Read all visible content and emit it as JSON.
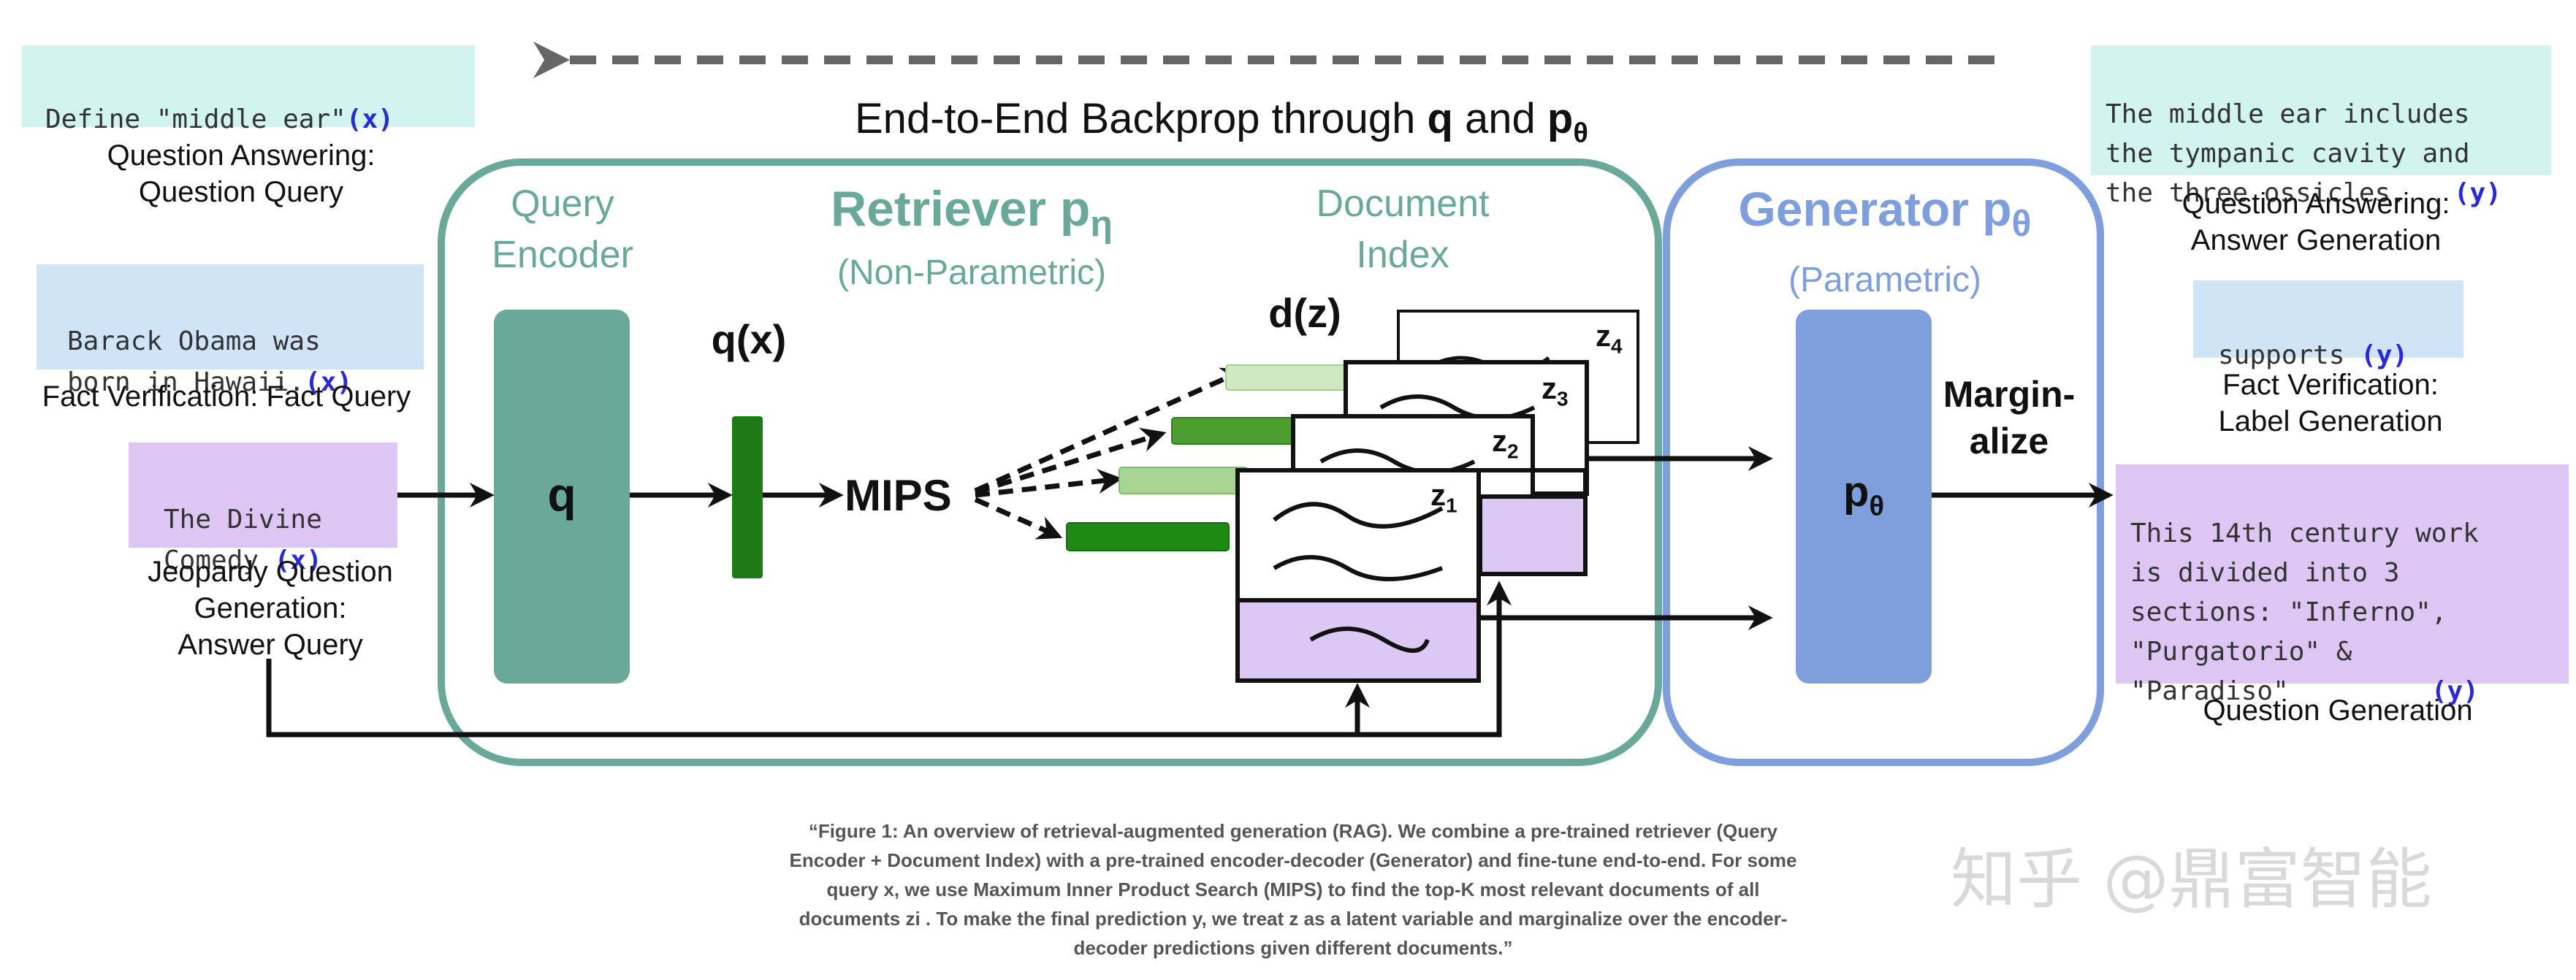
{
  "backprop": {
    "prefix": "End-to-End Backprop through ",
    "q": "q",
    "and": " and ",
    "p": "p",
    "p_sub": "θ"
  },
  "retriever": {
    "title": "Retriever p",
    "title_sub": "η",
    "subtitle": "(Non-Parametric)",
    "query_encoder": [
      "Query",
      "Encoder"
    ],
    "document_index": [
      "Document",
      "Index"
    ],
    "q_label": "q",
    "qx_label": "q(x)",
    "mips_label": "MIPS",
    "dz_label": "d(z)",
    "doc_labels": [
      "z",
      "z",
      "z",
      "z"
    ],
    "doc_subs": [
      "1",
      "2",
      "3",
      "4"
    ]
  },
  "generator": {
    "title": "Generator p",
    "title_sub": "θ",
    "subtitle": "(Parametric)",
    "p_label": "p",
    "p_sub": "θ",
    "marginalize": [
      "Margin-",
      "alize"
    ]
  },
  "inputs": [
    {
      "text": [
        "Define \"middle ear\""
      ],
      "tag": "(x)",
      "caption": [
        "Question Answering:",
        "Question Query"
      ]
    },
    {
      "text": [
        "Barack Obama was",
        "born in Hawaii."
      ],
      "tag": "(x)",
      "caption": [
        "Fact Verification: Fact Query"
      ]
    },
    {
      "text": [
        "The Divine",
        "Comedy"
      ],
      "tag": "(x)",
      "caption": [
        "Jeopardy Question",
        "Generation:",
        "Answer Query"
      ]
    }
  ],
  "outputs": [
    {
      "text": [
        "The middle ear includes",
        "the tympanic cavity and",
        "the three ossicles."
      ],
      "tag": "(y)",
      "caption": [
        "Question Answering:",
        "Answer Generation"
      ]
    },
    {
      "text": [
        "supports"
      ],
      "tag": "(y)",
      "caption": [
        "Fact Verification:",
        "Label Generation"
      ]
    },
    {
      "text": [
        "This 14th century work",
        "is divided into 3",
        "sections: \"Inferno\",",
        "\"Purgatorio\" &",
        "\"Paradiso\""
      ],
      "tag": "(y)",
      "caption": [
        "Question Generation"
      ]
    }
  ],
  "caption_lines": [
    "“Figure 1: An overview of retrieval-augmented generation (RAG). We combine a pre-trained retriever (Query",
    "Encoder + Document Index) with a pre-trained encoder-decoder (Generator) and fine-tune end-to-end. For some",
    "query x, we use Maximum Inner Product Search (MIPS) to find the top-K most relevant documents of all",
    "documents zi . To make the final prediction y, we treat z as a latent variable and marginalize over the encoder-",
    "decoder predictions given different documents.”"
  ],
  "watermark": "知乎 @鼎富智能",
  "colors": {
    "retriever": "#6aa99a",
    "generator": "#7f9edc",
    "input_teal": "#d2f4f0",
    "input_blue": "#cfe5f7",
    "input_purple": "#ddc6f3",
    "doc_purple": "#dcc8f5",
    "green_dark": "#2e8a22",
    "green_light": "#b7dca6",
    "tag_blue": "#2a2ad0"
  }
}
